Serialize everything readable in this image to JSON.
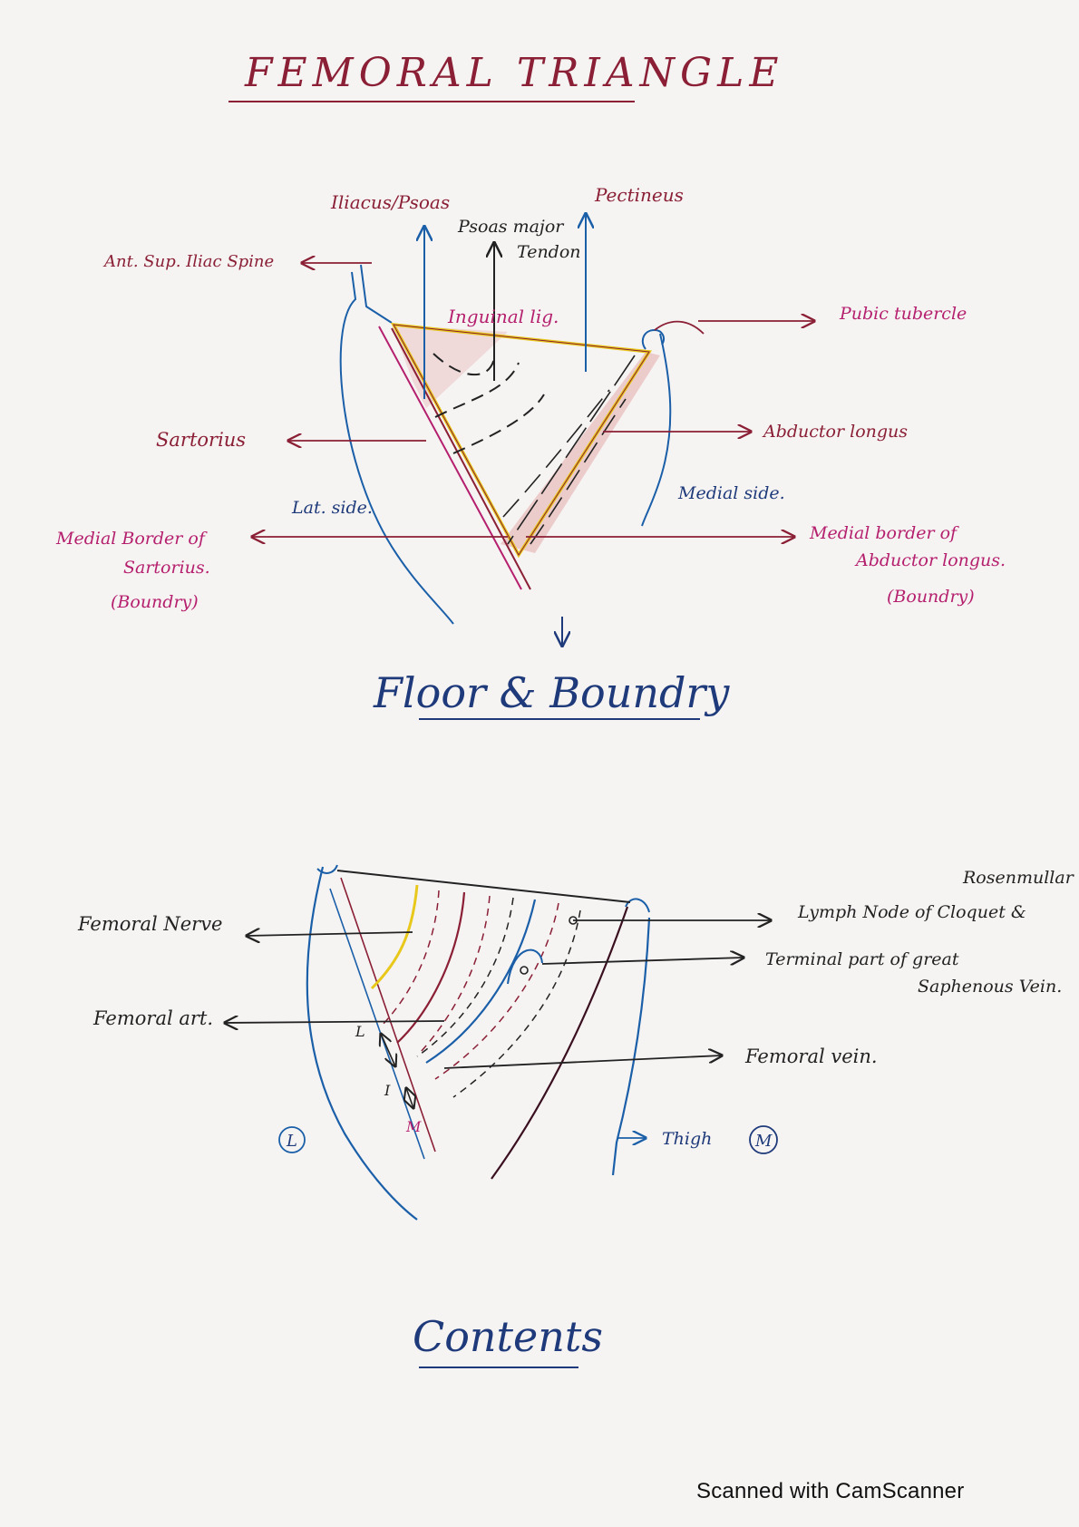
{
  "title": "FEMORAL TRIANGLE",
  "diagram1": {
    "caption": "Floor & Boundry",
    "labels": {
      "iliacus_psoas": "Iliacus/Psoas",
      "psoas_major_1": "Psoas major",
      "psoas_major_2": "Tendon",
      "pectineus": "Pectineus",
      "asis": "Ant. Sup. Iliac Spine",
      "inguinal_lig": "Inguinal lig.",
      "pubic_tubercle": "Pubic tubercle",
      "sartorius": "Sartorius",
      "adductor_longus": "Abductor longus",
      "lat_side": "Lat. side.",
      "medial_side": "Medial side.",
      "medial_border_sart_1": "Medial Border of",
      "medial_border_sart_2": "Sartorius.",
      "medial_border_sart_3": "(Boundry)",
      "medial_border_add_1": "Medial border of",
      "medial_border_add_2": "Abductor longus.",
      "medial_border_add_3": "(Boundry)"
    }
  },
  "diagram2": {
    "caption": "Contents",
    "labels": {
      "rosenmuller": "Rosenmullar",
      "lymph_node": "Lymph Node of Cloquet &",
      "gsv_1": "Terminal part of great",
      "gsv_2": "Saphenous Vein.",
      "femoral_nerve": "Femoral Nerve",
      "femoral_art": "Femoral art.",
      "femoral_vein": "Femoral vein.",
      "lateral_mark": "L",
      "medial_mark": "M",
      "thigh": "Thigh",
      "mark_l": "L",
      "mark_i": "I",
      "mark_m": "M"
    }
  },
  "footer": {
    "watermark": "Scanned with CamScanner"
  },
  "colors": {
    "maroon": "#8a1f35",
    "magenta": "#b5206e",
    "blue": "#1a5fa8",
    "yellow": "#e8c81a",
    "pink_fill": "#e8b8b8"
  }
}
